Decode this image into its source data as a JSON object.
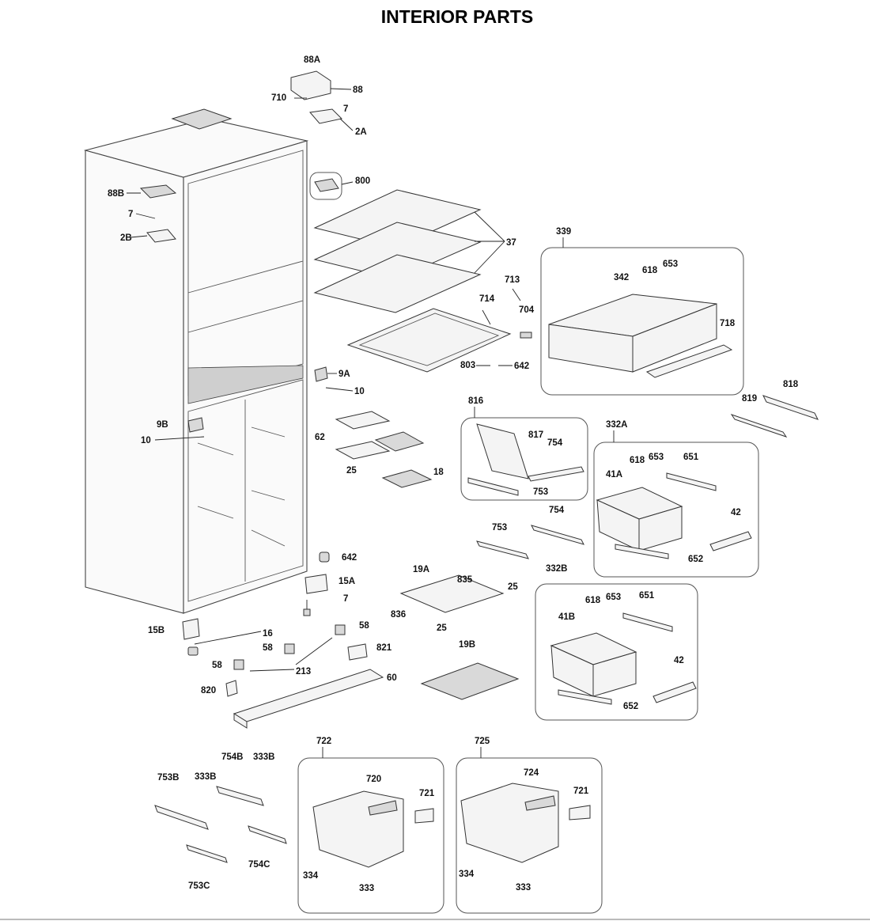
{
  "title": "INTERIOR PARTS",
  "callouts": {
    "c88A": "88A",
    "c88": "88",
    "c710": "710",
    "c7a": "7",
    "c2A": "2A",
    "c800": "800",
    "c88B": "88B",
    "c7b": "7",
    "c2B": "2B",
    "c37": "37",
    "c713": "713",
    "c714": "714",
    "c704": "704",
    "c803": "803",
    "c642a": "642",
    "c9A": "9A",
    "c10a": "10",
    "c339": "339",
    "c342": "342",
    "c618a": "618",
    "c653a": "653",
    "c718": "718",
    "c818": "818",
    "c819": "819",
    "c9B": "9B",
    "c10b": "10",
    "c62": "62",
    "c18": "18",
    "c25a": "25",
    "c816": "816",
    "c817": "817",
    "c754a": "754",
    "c753a": "753",
    "c332A": "332A",
    "c618b": "618",
    "c653b": "653",
    "c651a": "651",
    "c41A": "41A",
    "c42a": "42",
    "c652a": "652",
    "c753b": "753",
    "c754b": "754",
    "c642b": "642",
    "c15A": "15A",
    "c7c": "7",
    "c19A": "19A",
    "c835": "835",
    "c25b": "25",
    "c836": "836",
    "c25c": "25",
    "c332B": "332B",
    "c618c": "618",
    "c653c": "653",
    "c651b": "651",
    "c41B": "41B",
    "c42b": "42",
    "c652b": "652",
    "c15B": "15B",
    "c16": "16",
    "c58a": "58",
    "c58b": "58",
    "c821": "821",
    "c58c": "58",
    "c213": "213",
    "c19B": "19B",
    "c60": "60",
    "c820": "820",
    "c722": "722",
    "c720": "720",
    "c721a": "721",
    "c334a": "334",
    "c333a": "333",
    "c725": "725",
    "c724": "724",
    "c721b": "721",
    "c334b": "334",
    "c333b": "333",
    "c754B": "754B",
    "c333Ba": "333B",
    "c753B": "753B",
    "c333Bb": "333B",
    "c754C": "754C",
    "c753C": "753C"
  }
}
